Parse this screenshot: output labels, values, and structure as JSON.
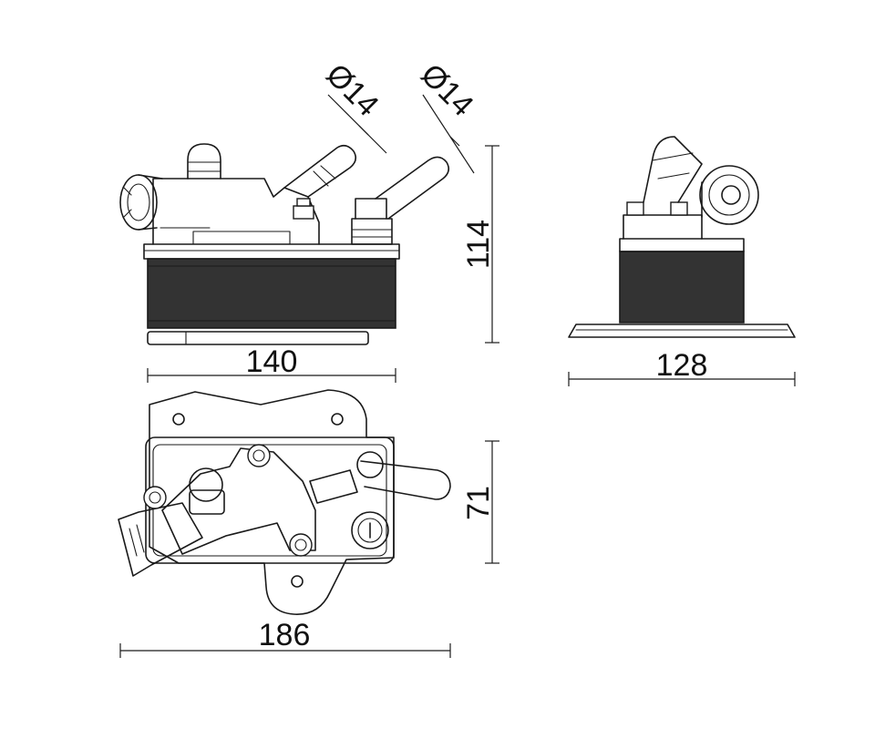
{
  "dimensions": {
    "front_width": "140",
    "front_height": "114",
    "side_width": "128",
    "top_width": "186",
    "top_depth": "71",
    "port_left_diameter": "Ø14",
    "port_right_diameter": "Ø14"
  },
  "colors": {
    "line": "#1a1a1a",
    "core_fill": "#333333",
    "background": "#ffffff"
  }
}
